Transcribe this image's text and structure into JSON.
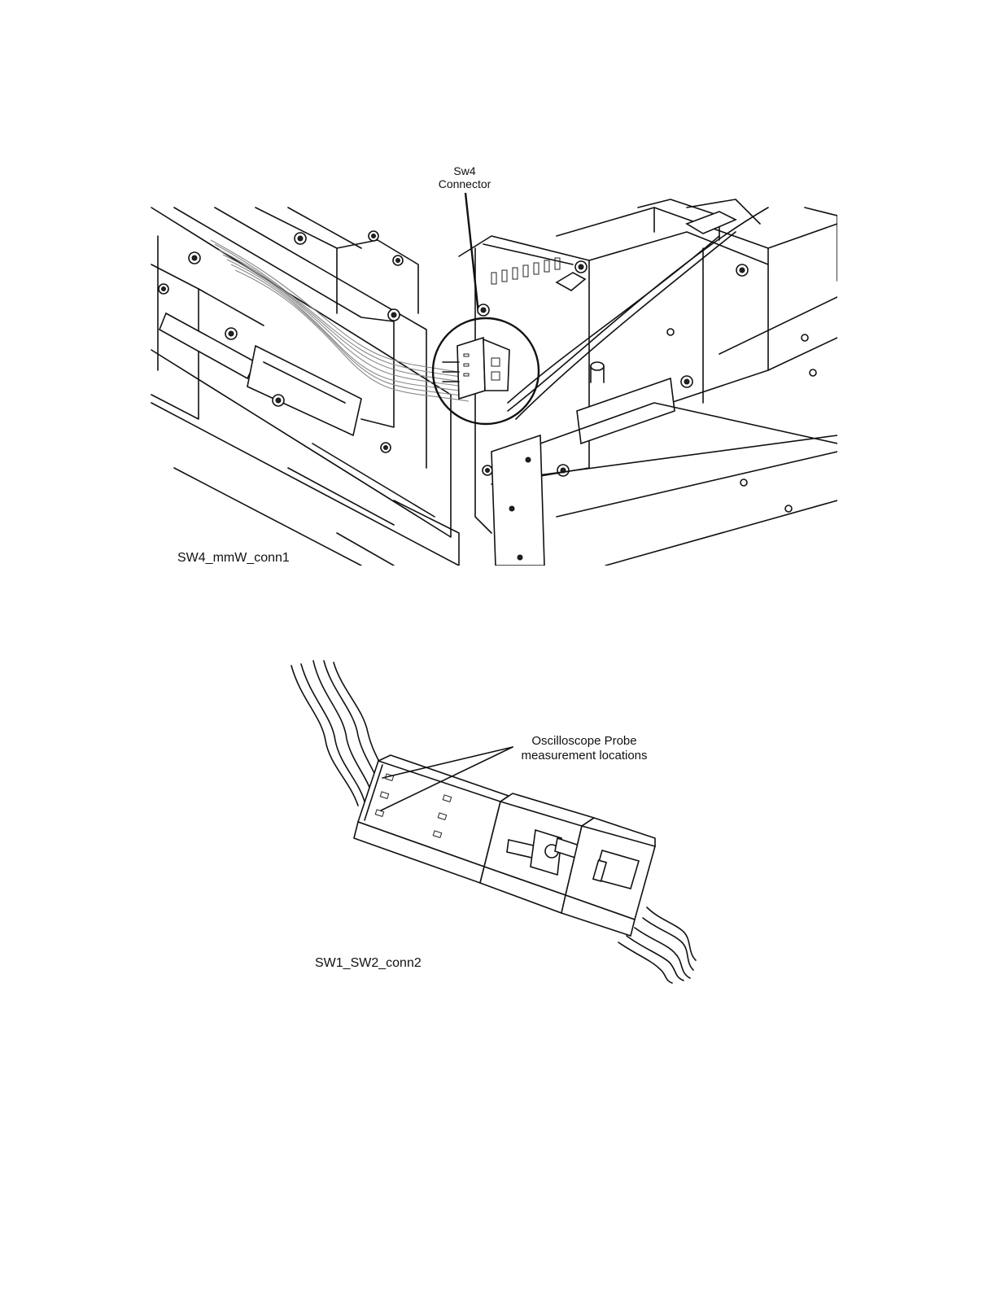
{
  "figure1": {
    "callout_line1": "Sw4",
    "callout_line2": "Connector",
    "caption": "SW4_mmW_conn1"
  },
  "figure2": {
    "callout_line1": "Oscilloscope Probe",
    "callout_line2": "measurement locations",
    "caption": "SW1_SW2_conn2"
  }
}
